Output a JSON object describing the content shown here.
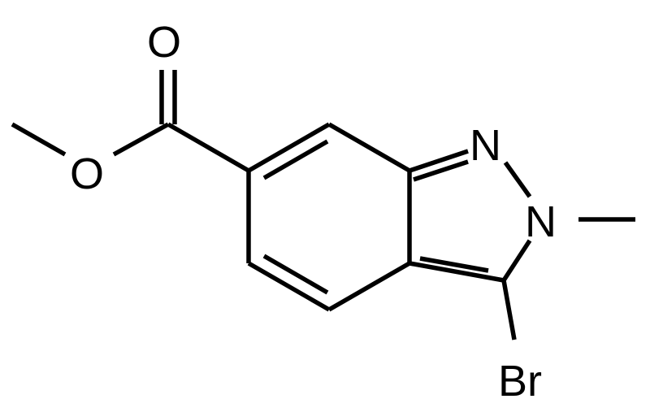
{
  "molecule": {
    "atoms": {
      "carbonyl_oxygen": "O",
      "ester_oxygen": "O",
      "ring_nitrogen_1": "N",
      "ring_nitrogen_2": "N",
      "bromine": "Br"
    },
    "bond_color": "#000000",
    "background": "#ffffff"
  }
}
